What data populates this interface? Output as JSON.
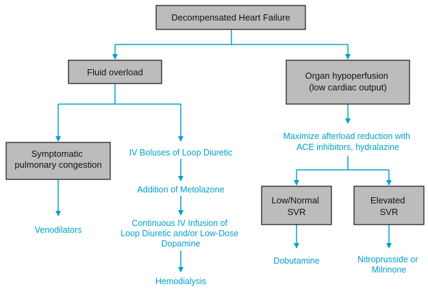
{
  "colors": {
    "connector": "#00a0c8",
    "box_fill": "#bcbcbc",
    "box_border": "#111111",
    "text_dark": "#111111"
  },
  "boxes": {
    "root": [
      "Decompensated Heart Failure"
    ],
    "fluid_overload": [
      "Fluid overload"
    ],
    "organ_hypoperfusion": [
      "Organ hypoperfusion",
      "(low cardiac output)"
    ],
    "pulmonary_congestion": [
      "Symptomatic",
      "pulmonary congestion"
    ],
    "low_normal_svr": [
      "Low/Normal",
      "SVR"
    ],
    "elevated_svr": [
      "Elevated",
      "SVR"
    ]
  },
  "labels": {
    "venodilators": [
      "Venodilators"
    ],
    "iv_boluses": [
      "IV Boluses of Loop Diuretic"
    ],
    "metolazone": [
      "Addition of Metolazone"
    ],
    "continuous_infusion": [
      "Continuous IV Infusion of",
      "Loop Diuretic and/or Low-Dose",
      "Dopamine"
    ],
    "hemodialysis": [
      "Hemodialysis"
    ],
    "afterload_reduction": [
      "Maximize afterload reduction with",
      "ACE inhibitors, hydralazine"
    ],
    "dobutamine": [
      "Dobutamine"
    ],
    "nitroprusside": [
      "Nitroprusside or",
      "Milrinone"
    ]
  }
}
